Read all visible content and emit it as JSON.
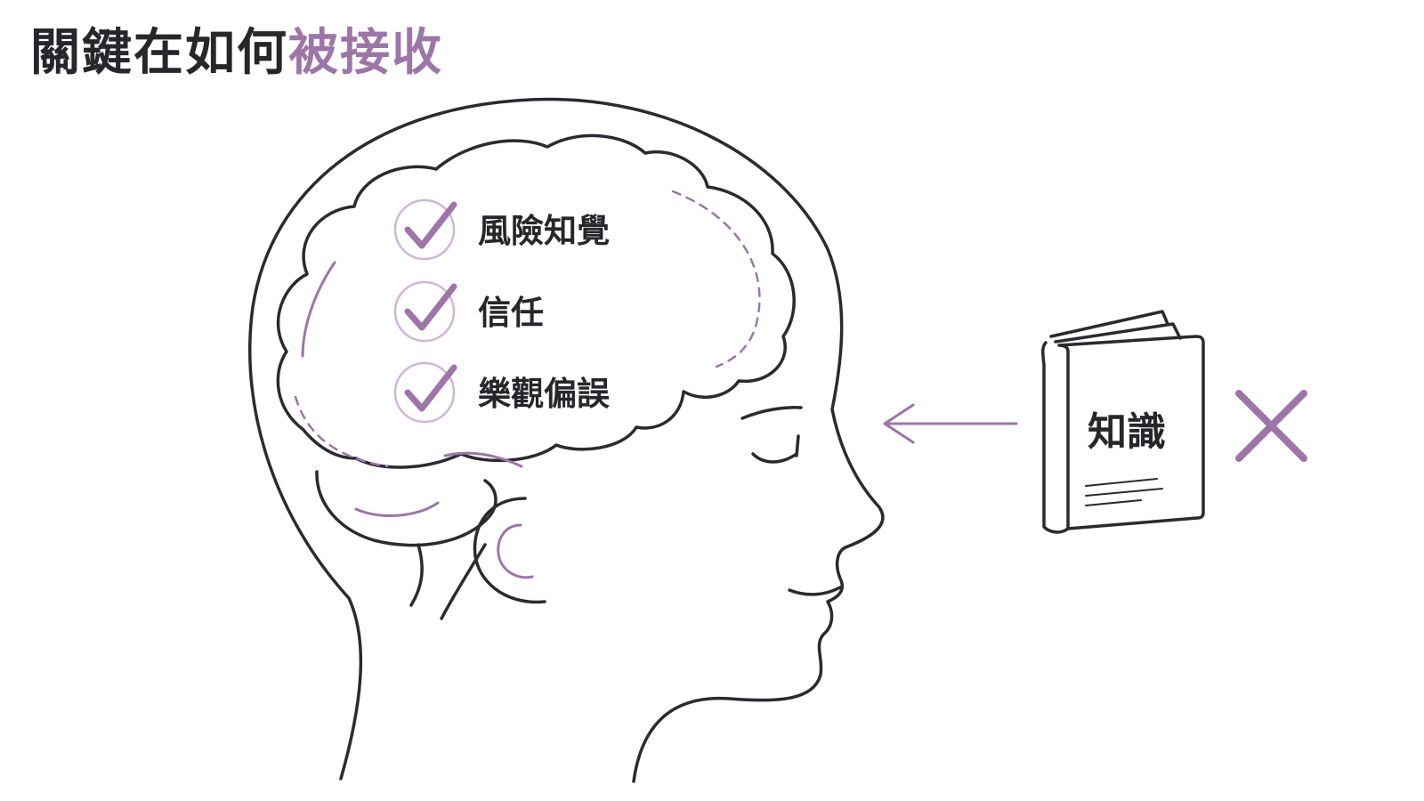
{
  "title": {
    "dark": "關鍵在如何",
    "accent": "被接收"
  },
  "brain_items": [
    {
      "label": "風險知覺",
      "icon": "check-circle-icon"
    },
    {
      "label": "信任",
      "icon": "check-circle-icon"
    },
    {
      "label": "樂觀偏誤",
      "icon": "check-circle-icon"
    }
  ],
  "book": {
    "label": "知識",
    "icon": "book-icon"
  },
  "rejected_mark": "x-mark-icon",
  "arrow_icon": "arrow-left-icon",
  "colors": {
    "ink": "#2b2a30",
    "accent": "#9d75a8",
    "accent_light": "#cdb8d3"
  }
}
